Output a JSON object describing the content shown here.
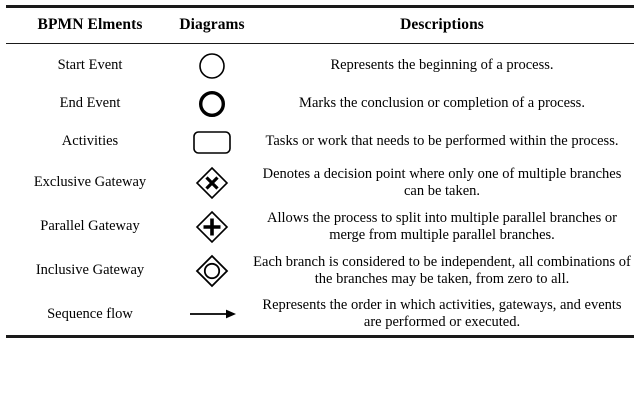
{
  "table": {
    "headers": {
      "element": "BPMN Elments",
      "diagram": "Diagrams",
      "description": "Descriptions"
    },
    "rows": [
      {
        "element": "Start Event",
        "icon": "thin-circle-icon",
        "description": "Represents the beginning of a process."
      },
      {
        "element": "End Event",
        "icon": "thick-circle-icon",
        "description": "Marks the conclusion or completion of a process."
      },
      {
        "element": "Activities",
        "icon": "rounded-rectangle-icon",
        "description": "Tasks or work that needs to be performed within the process."
      },
      {
        "element": "Exclusive Gateway",
        "icon": "diamond-x-icon",
        "description": "Denotes a decision point where only one of multiple branches can be taken."
      },
      {
        "element": "Parallel Gateway",
        "icon": "diamond-plus-icon",
        "description": "Allows the process to split into multiple parallel branches or merge from multiple parallel branches."
      },
      {
        "element": "Inclusive Gateway",
        "icon": "diamond-circle-icon",
        "description": "Each branch is considered to be independent, all combinations of the branches may be taken, from zero to all."
      },
      {
        "element": "Sequence flow",
        "icon": "arrow-right-icon",
        "description": "Represents the order in which activities, gateways, and events are performed or executed."
      }
    ]
  },
  "colors": {
    "text": "#000000",
    "rule": "#1a1a1a",
    "background": "#ffffff"
  }
}
